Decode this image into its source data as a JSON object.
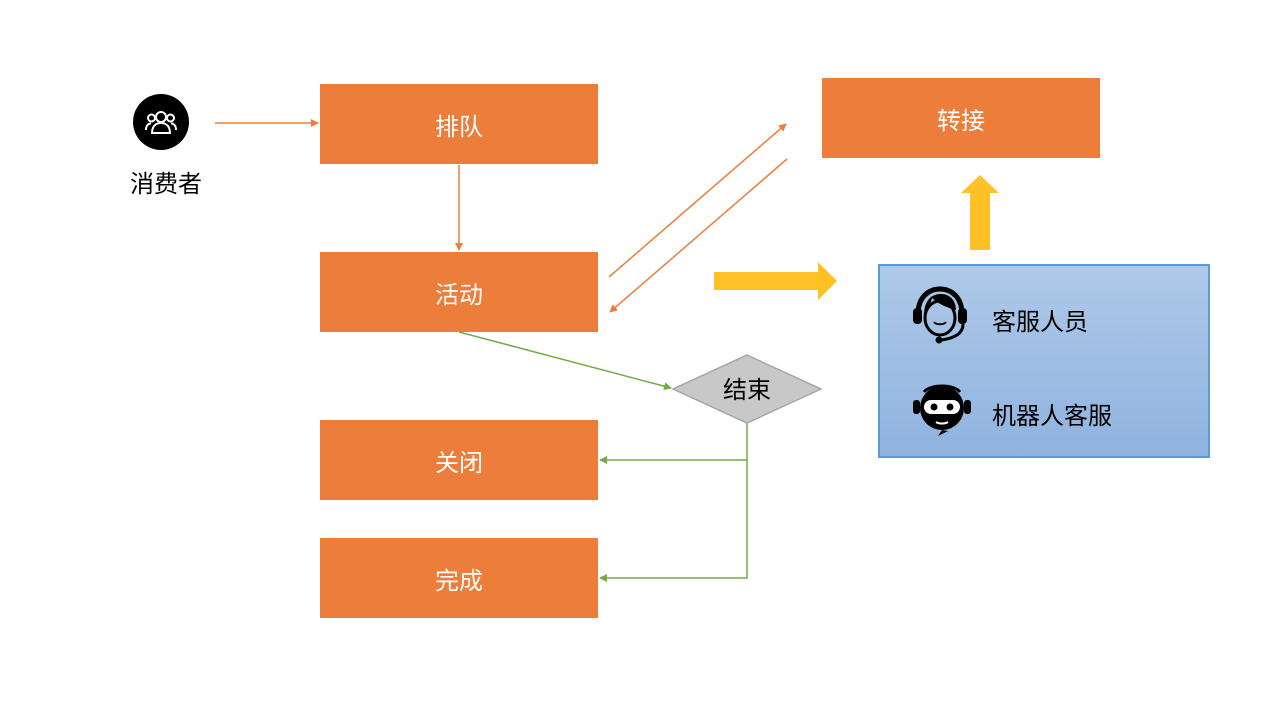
{
  "consumer": {
    "label": "消费者",
    "icon": "group-users-icon"
  },
  "steps": {
    "queue": "排队",
    "active": "活动",
    "transfer": "转接",
    "close": "关闭",
    "complete": "完成"
  },
  "decision": {
    "label": "结束"
  },
  "agents": [
    {
      "label": "客服人员",
      "icon": "headset-agent-icon"
    },
    {
      "label": "机器人客服",
      "icon": "robot-agent-icon"
    }
  ],
  "colors": {
    "step_box": "#ED7D3A",
    "orange_arrow": "#ED7D3A",
    "green_arrow": "#70AD47",
    "big_arrow": "#FFC125",
    "decision_fill": "#C8C8C8",
    "panel_border": "#5B9BD5"
  }
}
